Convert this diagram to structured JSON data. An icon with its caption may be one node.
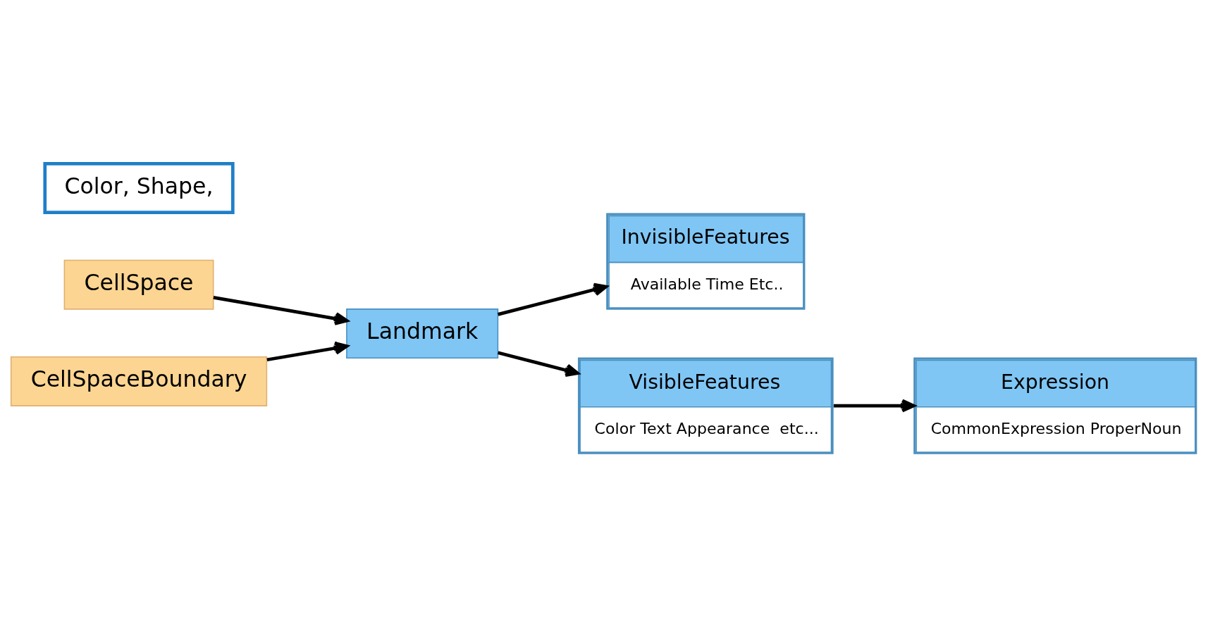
{
  "diagram": {
    "nodes": [
      {
        "text": [
          "CellSpace"
        ]
      },
      {
        "text": [
          "CellSpaceBoundary"
        ]
      },
      {
        "text": [
          "Landmark"
        ]
      },
      {
        "text": [
          "InvisibleFeatures",
          "Available Time Etc.."
        ]
      },
      {
        "text": [
          "VisibleFeatures",
          "Color Text Appearance  etc..."
        ]
      },
      {
        "text": [
          "Expression",
          "CommonExpression ProperNoun"
        ]
      },
      {
        "text": [
          "Color, Shape,"
        ]
      }
    ],
    "edges": [
      {
        "from": 0,
        "to": 2,
        "arrow": "to"
      },
      {
        "from": 1,
        "to": 2,
        "arrow": "to"
      },
      {
        "from": 2,
        "to": 3,
        "arrow": "to"
      },
      {
        "from": 2,
        "to": 4,
        "arrow": "to"
      },
      {
        "from": 4,
        "to": 5,
        "arrow": "to"
      }
    ]
  }
}
